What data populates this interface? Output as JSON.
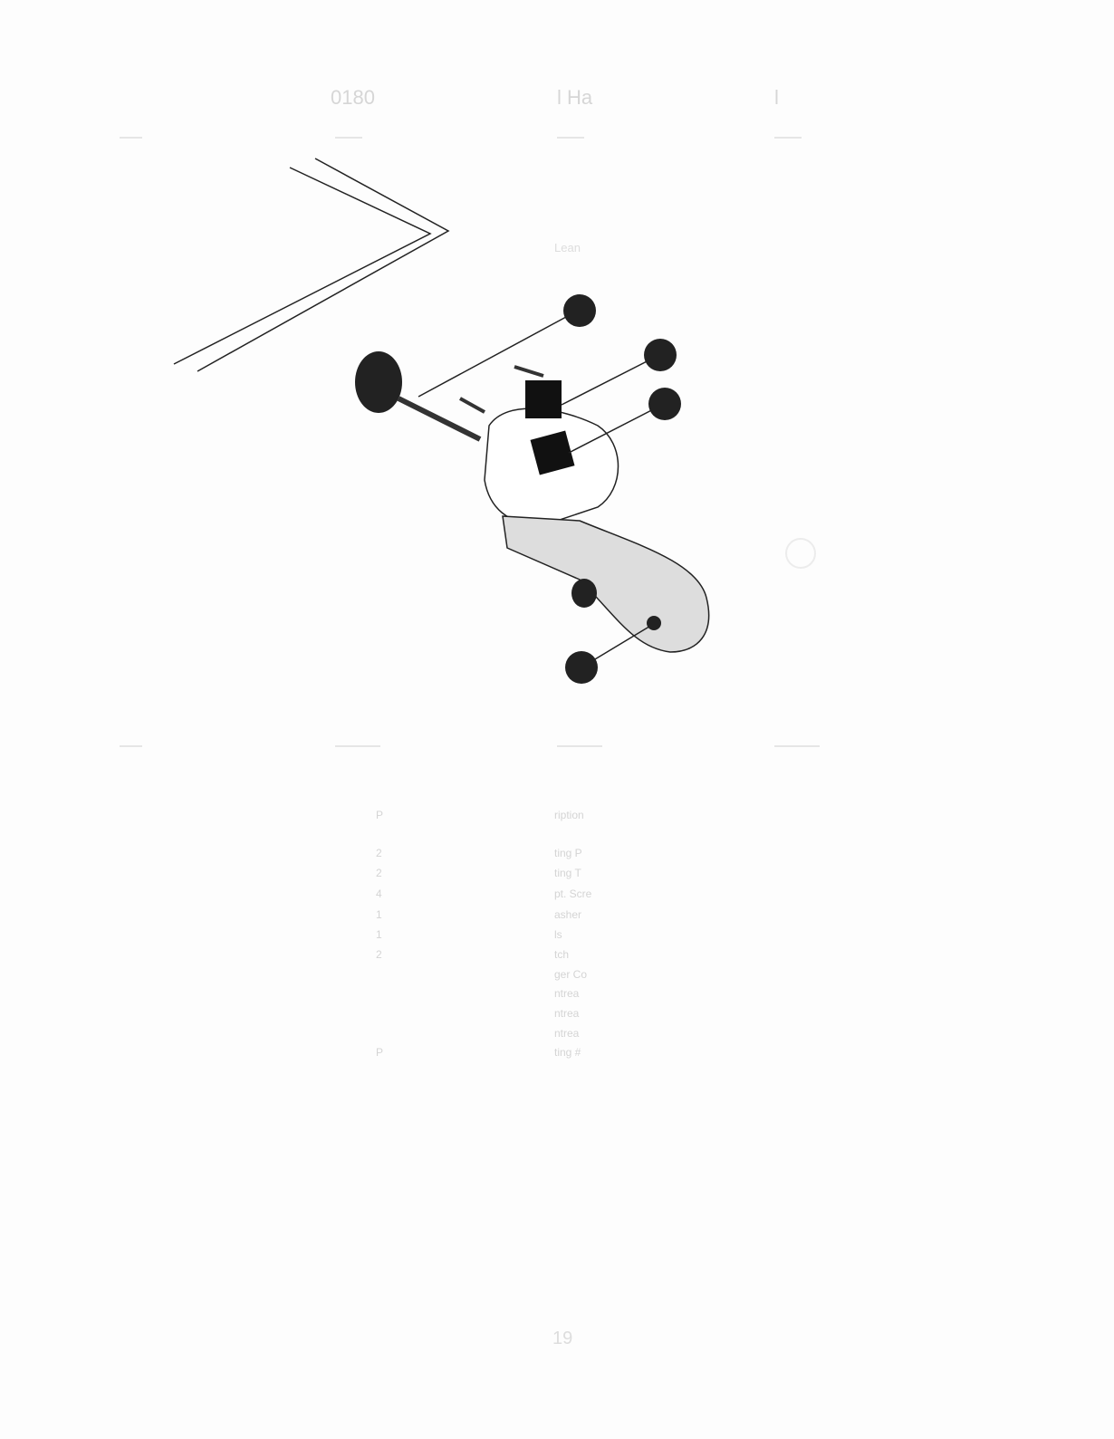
{
  "header": {
    "left": "0180",
    "center": "l Ha",
    "right": "l"
  },
  "diagram": {
    "label": "Lean",
    "callouts": [
      "",
      "",
      "",
      "",
      ""
    ]
  },
  "parts_table": {
    "col_part": "P",
    "col_desc": "ription",
    "rows": [
      {
        "part": "2",
        "desc": "ting P"
      },
      {
        "part": "2",
        "desc": "ting T"
      },
      {
        "part": "4",
        "desc": "pt. Scre"
      },
      {
        "part": "1",
        "desc": "asher"
      },
      {
        "part": "1",
        "desc": "ls"
      },
      {
        "part": "2",
        "desc": "tch"
      },
      {
        "part": "",
        "desc": "ger Co"
      },
      {
        "part": "",
        "desc": "ntrea"
      },
      {
        "part": "",
        "desc": "ntrea"
      },
      {
        "part": "",
        "desc": "ntrea"
      },
      {
        "part": "P",
        "desc": "ting #"
      }
    ]
  },
  "footer": {
    "page_number": "19"
  }
}
